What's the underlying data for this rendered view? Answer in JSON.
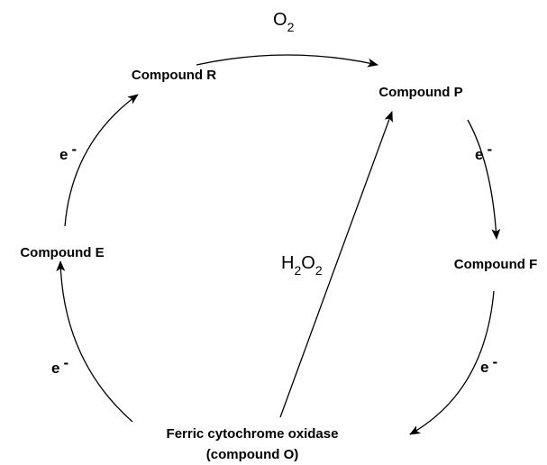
{
  "nodes": {
    "compound_r": "Compound R",
    "compound_p": "Compound P",
    "compound_f": "Compound F",
    "compound_e": "Compound E",
    "compound_o_line1": "Ferric cytochrome oxidase",
    "compound_o_line2": "(compound O)"
  },
  "edge_labels": {
    "oxygen": {
      "main": "O",
      "sub": "2"
    },
    "peroxide": {
      "h": "H",
      "sub1": "2",
      "o": "O",
      "sub2": "2"
    },
    "electron_p_to_f": {
      "main": "e",
      "sup": "-"
    },
    "electron_f_to_o": {
      "main": "e",
      "sup": "-"
    },
    "electron_o_to_e": {
      "main": "e",
      "sup": "-"
    },
    "electron_e_to_r": {
      "main": "e",
      "sup": "-"
    }
  },
  "colors": {
    "ink": "#000000",
    "background": "#ffffff"
  }
}
